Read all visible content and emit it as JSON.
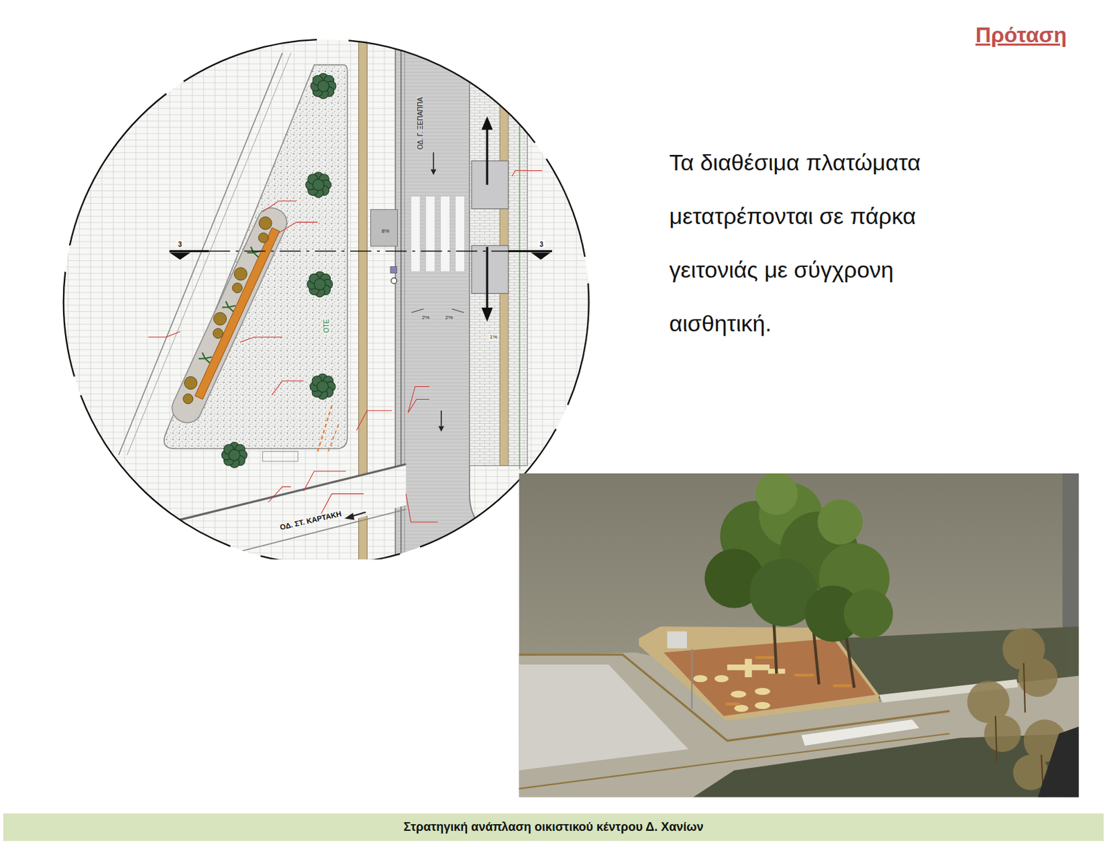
{
  "diagram": {
    "title": "Πρόταση",
    "nodes": [
      {
        "text": [
          "Στρατηγική ανάπλαση οικιστικού κέντρου Δ. Χανίων"
        ]
      }
    ],
    "labels": [
      "Τα διαθέσιμα πλατώματα μετατρέπονται σε πάρκα γειτονιάς με σύγχρονη αισθητική.",
      "ΟΔ. Γ. ΞΕΠΑΠΠΑ",
      "ΟΔ. ΣΤ. ΚΑΡΤΑΚΗ",
      "ΟΤΕ",
      "3",
      "3",
      "8%",
      "2%",
      "2%",
      "1%"
    ]
  }
}
